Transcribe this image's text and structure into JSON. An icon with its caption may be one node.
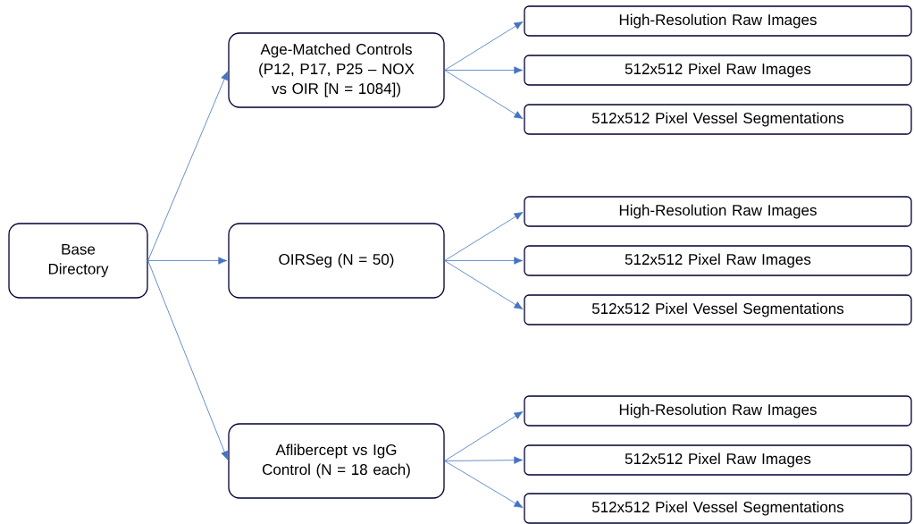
{
  "diagram": {
    "nodes": [
      {
        "text": [
          "Base Directory"
        ]
      },
      {
        "text": [
          "Age-Matched Controls (P12, P17, P25 – NOX vs OIR [N = 1084])"
        ]
      },
      {
        "text": [
          "High-Resolution Raw Images"
        ]
      },
      {
        "text": [
          "512x512 Pixel Raw Images"
        ]
      },
      {
        "text": [
          "512x512 Pixel Vessel Segmentations"
        ]
      },
      {
        "text": [
          "OIRSeg (N = 50)"
        ]
      },
      {
        "text": [
          "High-Resolution Raw Images"
        ]
      },
      {
        "text": [
          "512x512 Pixel Raw Images"
        ]
      },
      {
        "text": [
          "512x512 Pixel Vessel Segmentations"
        ]
      },
      {
        "text": [
          "Aflibercept vs IgG Control (N = 18 each)"
        ]
      },
      {
        "text": [
          "High-Resolution Raw Images"
        ]
      },
      {
        "text": [
          "512x512 Pixel Raw Images"
        ]
      },
      {
        "text": [
          "512x512 Pixel Vessel Segmentations"
        ]
      }
    ],
    "edges": [
      {
        "from": 0,
        "to": 1,
        "arrow": "to"
      },
      {
        "from": 0,
        "to": 5,
        "arrow": "to"
      },
      {
        "from": 0,
        "to": 9,
        "arrow": "to"
      },
      {
        "from": 1,
        "to": 2,
        "arrow": "to"
      },
      {
        "from": 1,
        "to": 3,
        "arrow": "to"
      },
      {
        "from": 1,
        "to": 4,
        "arrow": "to"
      },
      {
        "from": 5,
        "to": 6,
        "arrow": "to"
      },
      {
        "from": 5,
        "to": 7,
        "arrow": "to"
      },
      {
        "from": 5,
        "to": 8,
        "arrow": "to"
      },
      {
        "from": 9,
        "to": 10,
        "arrow": "to"
      },
      {
        "from": 9,
        "to": 11,
        "arrow": "to"
      },
      {
        "from": 9,
        "to": 12,
        "arrow": "to"
      }
    ]
  }
}
